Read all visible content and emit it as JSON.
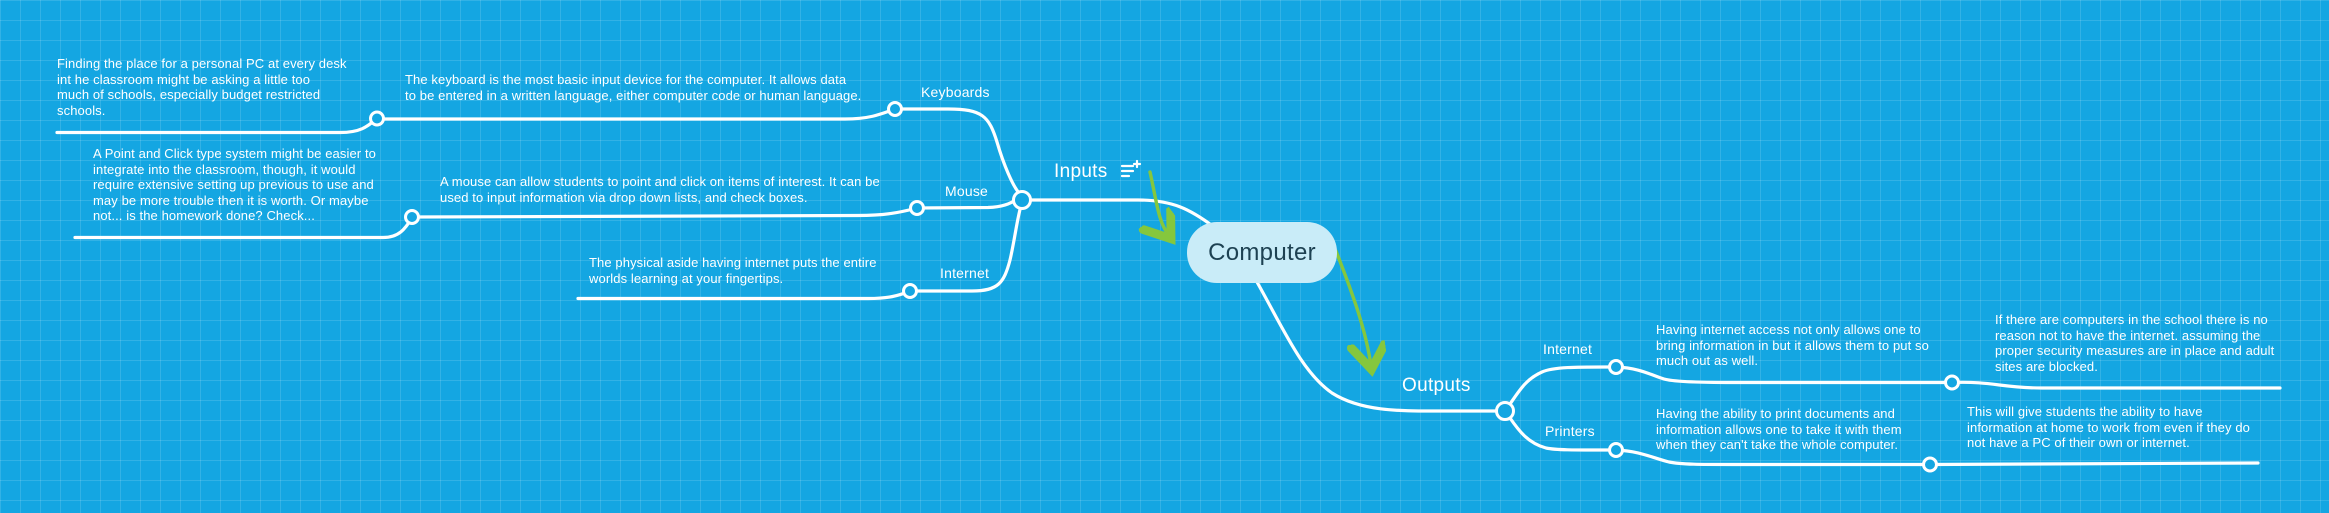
{
  "app": {
    "type": "mindmap",
    "colors": {
      "background": "#14a6e2",
      "grid_line": "rgba(255,255,255,0.13)",
      "branch_line": "#ffffff",
      "node_fill": "#c9ecf8",
      "node_text": "#1d4152",
      "hint_arrow_green": "#85c73d",
      "text": "#ffffff"
    }
  },
  "center": {
    "label": "Computer"
  },
  "inputs": {
    "label": "Inputs",
    "icon_name": "add-item-icon",
    "branches": [
      {
        "label": "Keyboards",
        "note": "The keyboard is the most basic input device for the computer. It allows data\nto be entered in a written language, either computer code or human language.",
        "child_note": "Finding the place for a personal PC at every desk\nint he classroom might be asking a little too\nmuch of schools, especially budget restricted\nschools."
      },
      {
        "label": "Mouse",
        "note": "A mouse can allow students to point and click on items of interest. It can be\nused to input information via drop down lists, and check boxes.",
        "child_note": "A Point and Click type system might be easier to\nintegrate into the classroom, though, it would\nrequire extensive setting up previous to use and\nmay be more trouble then it is worth. Or maybe\nnot... is the homework done? Check..."
      },
      {
        "label": "Internet",
        "note": "The physical aside having internet puts the entire\nworlds learning at your fingertips."
      }
    ]
  },
  "outputs": {
    "label": "Outputs",
    "branches": [
      {
        "label": "Internet",
        "note": "Having internet access not only allows one to\nbring information in but it allows them to put so\nmuch out as well.",
        "child_note": "If there are computers in the school there is no\nreason not to have the internet. assuming the\nproper security measures are in place and adult\nsites are blocked."
      },
      {
        "label": "Printers",
        "note": "Having the ability to print documents and\ninformation allows one to take it with them\nwhen they can't take the whole computer.",
        "child_note": "This will give students the ability to have\ninformation at home to work from even if they do\nnot have a PC of their own or internet."
      }
    ]
  }
}
